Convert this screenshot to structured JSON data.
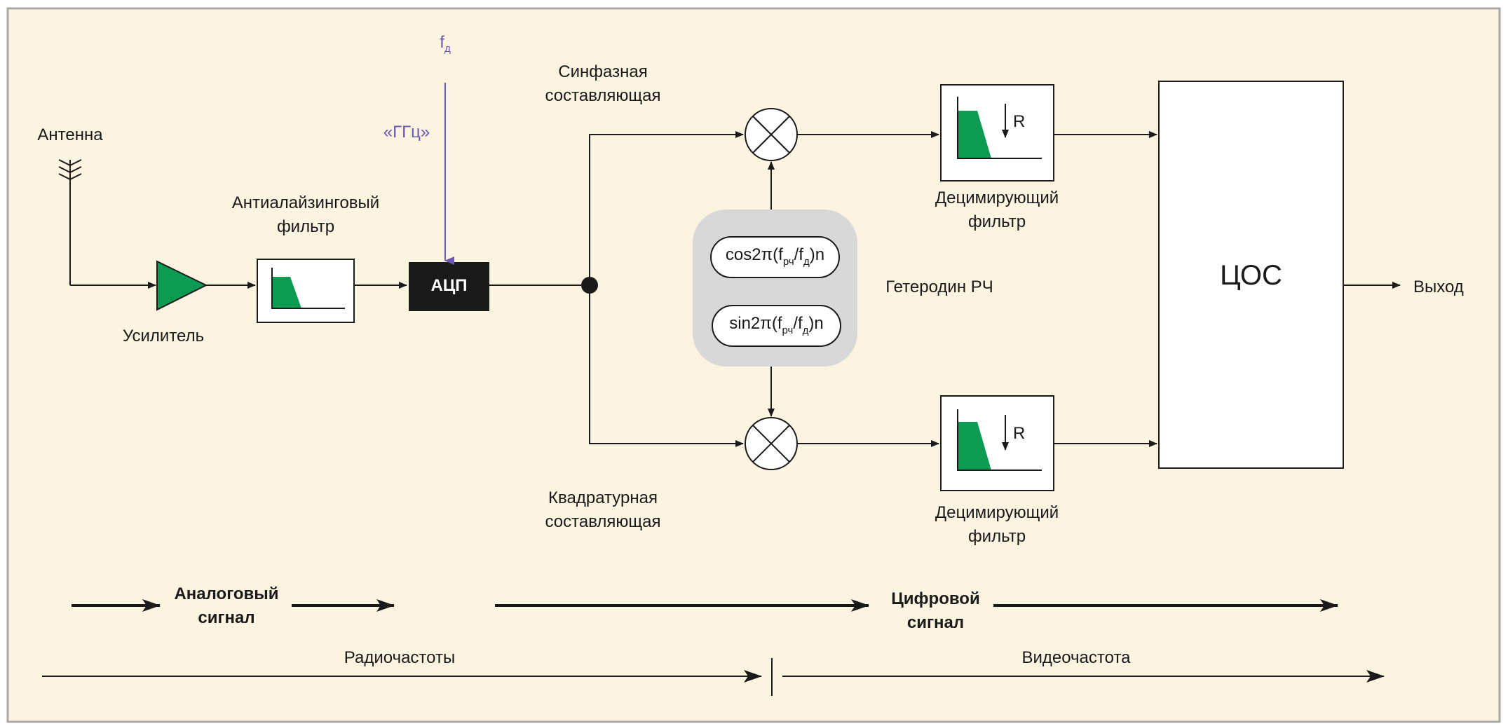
{
  "labels": {
    "antenna": "Антенна",
    "antialias_line1": "Антиалайзинговый",
    "antialias_line2": "фильтр",
    "amplifier": "Усилитель",
    "adc": "АЦП",
    "fs_symbol": "f",
    "fs_sub": "д",
    "ghz": "«ГГц»",
    "inphase_line1": "Синфазная",
    "inphase_line2": "составляющая",
    "quadrature_line1": "Квадратурная",
    "quadrature_line2": "составляющая",
    "lo": "Гетеродин РЧ",
    "decim_top_line1": "Децимирующий",
    "decim_top_line2": "фильтр",
    "decim_bot_line1": "Децимирующий",
    "decim_bot_line2": "фильтр",
    "decim_r": "R",
    "dsp": "ЦОС",
    "output": "Выход",
    "analog_line1": "Аналоговый",
    "analog_line2": "сигнал",
    "digital_line1": "Цифровой",
    "digital_line2": "сигнал",
    "rf": "Радиочастоты",
    "video": "Видеочастота"
  },
  "formulas": {
    "cos": {
      "func": "cos2π(f",
      "sub1": "рч",
      "mid": "/f",
      "sub2": "д",
      "tail": ")n"
    },
    "sin": {
      "func": "sin2π(f",
      "sub1": "рч",
      "mid": "/f",
      "sub2": "д",
      "tail": ")n"
    }
  },
  "colors": {
    "background": "#fcf3e0",
    "frame": "#a8a8a8",
    "line": "#1a1a1a",
    "green": "#0d9a53",
    "violet": "#6a57b4",
    "lo_panel": "#d8d8d8"
  }
}
